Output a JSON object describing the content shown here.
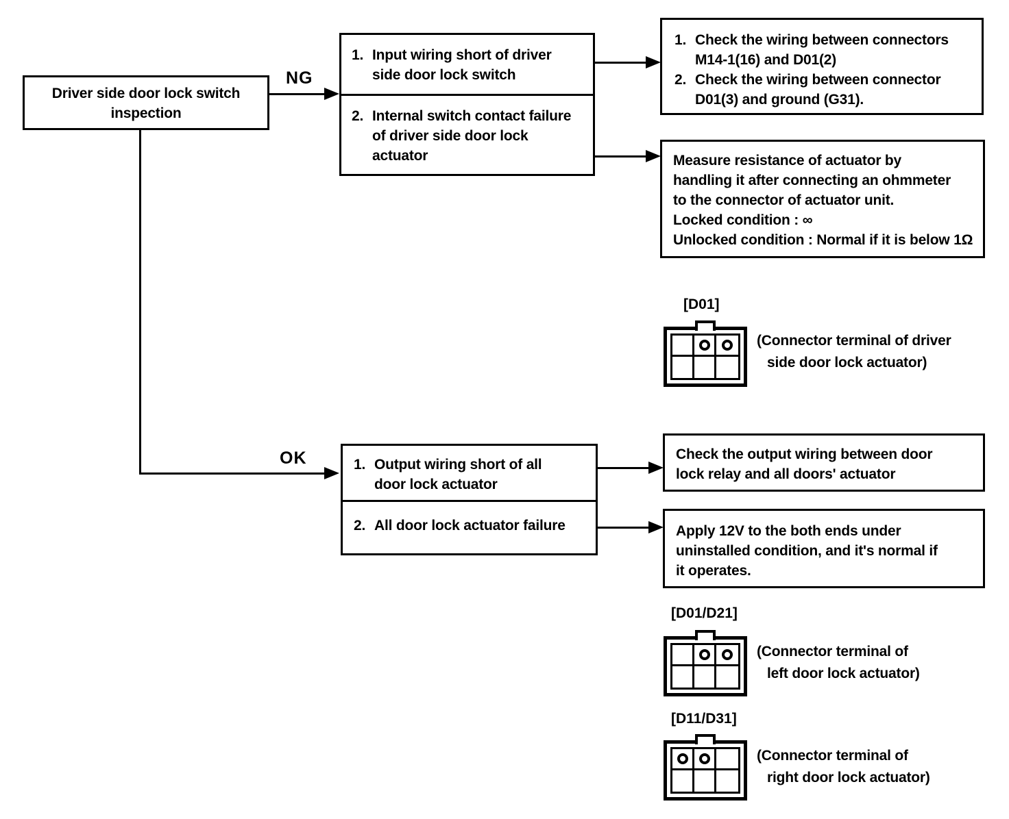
{
  "colors": {
    "ink": "#000000",
    "paper": "#ffffff"
  },
  "flowchart": {
    "start_box": {
      "lines": [
        "Driver side door lock switch",
        "inspection"
      ]
    },
    "branch_labels": {
      "ng": "NG",
      "ok": "OK"
    },
    "ng_causes_box": {
      "items": [
        {
          "num": "1.",
          "lines": [
            "Input wiring short of driver",
            "side door lock switch"
          ]
        },
        {
          "num": "2.",
          "lines": [
            "Internal switch contact failure",
            "of driver side door lock",
            "actuator"
          ]
        }
      ]
    },
    "check_wiring_box": {
      "items": [
        {
          "num": "1.",
          "lines": [
            "Check the wiring between connectors",
            "M14-1(16) and D01(2)"
          ]
        },
        {
          "num": "2.",
          "lines": [
            "Check the wiring between connector",
            "D01(3) and ground (G31)."
          ]
        }
      ]
    },
    "measure_box": {
      "lines": [
        "Measure resistance of actuator by",
        "handling it after connecting an ohmmeter",
        "to the connector of actuator unit.",
        "Locked condition : ∞",
        "Unlocked condition : Normal if it is below 1Ω"
      ]
    },
    "ok_causes_box": {
      "items": [
        {
          "num": "1.",
          "lines": [
            "Output wiring short of all",
            "door lock actuator"
          ]
        },
        {
          "num": "2.",
          "lines": [
            "All door lock actuator failure"
          ]
        }
      ]
    },
    "check_output_box": {
      "lines": [
        "Check the output wiring between door",
        "lock relay and all doors' actuator"
      ]
    },
    "apply_12v_box": {
      "lines": [
        "Apply 12V to the both ends under",
        "uninstalled condition, and it's normal if",
        "it operates."
      ]
    }
  },
  "connectors": [
    {
      "label": "[D01]",
      "caption_lines": [
        "(Connector terminal of driver",
        "side door lock actuator)"
      ]
    },
    {
      "label": "[D01/D21]",
      "caption_lines": [
        "(Connector terminal of",
        "left door lock actuator)"
      ]
    },
    {
      "label": "[D11/D31]",
      "caption_lines": [
        "(Connector terminal of",
        "right door lock actuator)"
      ]
    }
  ]
}
